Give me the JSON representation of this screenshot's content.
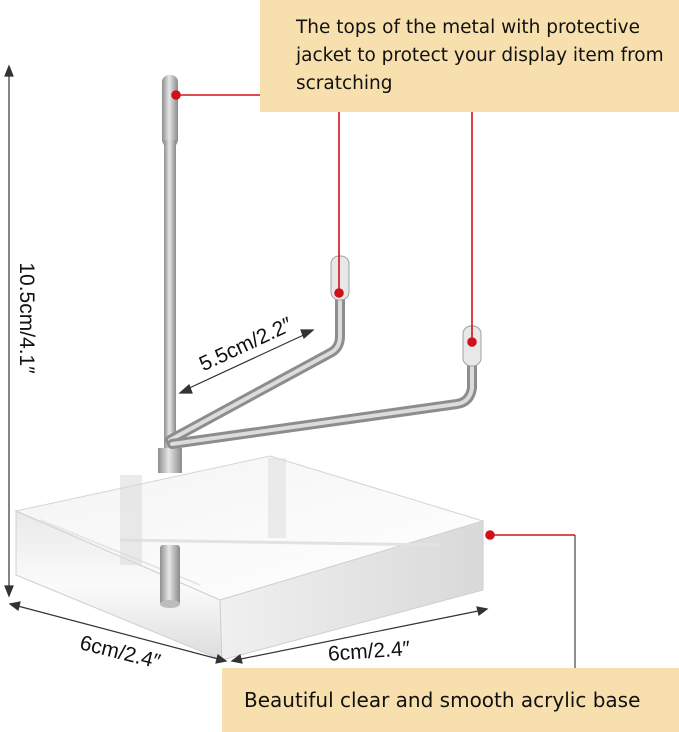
{
  "callouts": {
    "top_text": "The tops of the metal with protective jacket to protect your display item from scratching",
    "bottom_text": "Beautiful clear and smooth acrylic base"
  },
  "dimensions": {
    "height": "10.5cm/4.1″",
    "arm": "5.5cm/2.2″",
    "base_left": "6cm/2.4″",
    "base_right": "6cm/2.4″"
  },
  "colors": {
    "callout_bg": "#f7dfae",
    "pointer_line": "#d0101a",
    "frame_line": "#444444",
    "metal": "#a9a9a9"
  }
}
